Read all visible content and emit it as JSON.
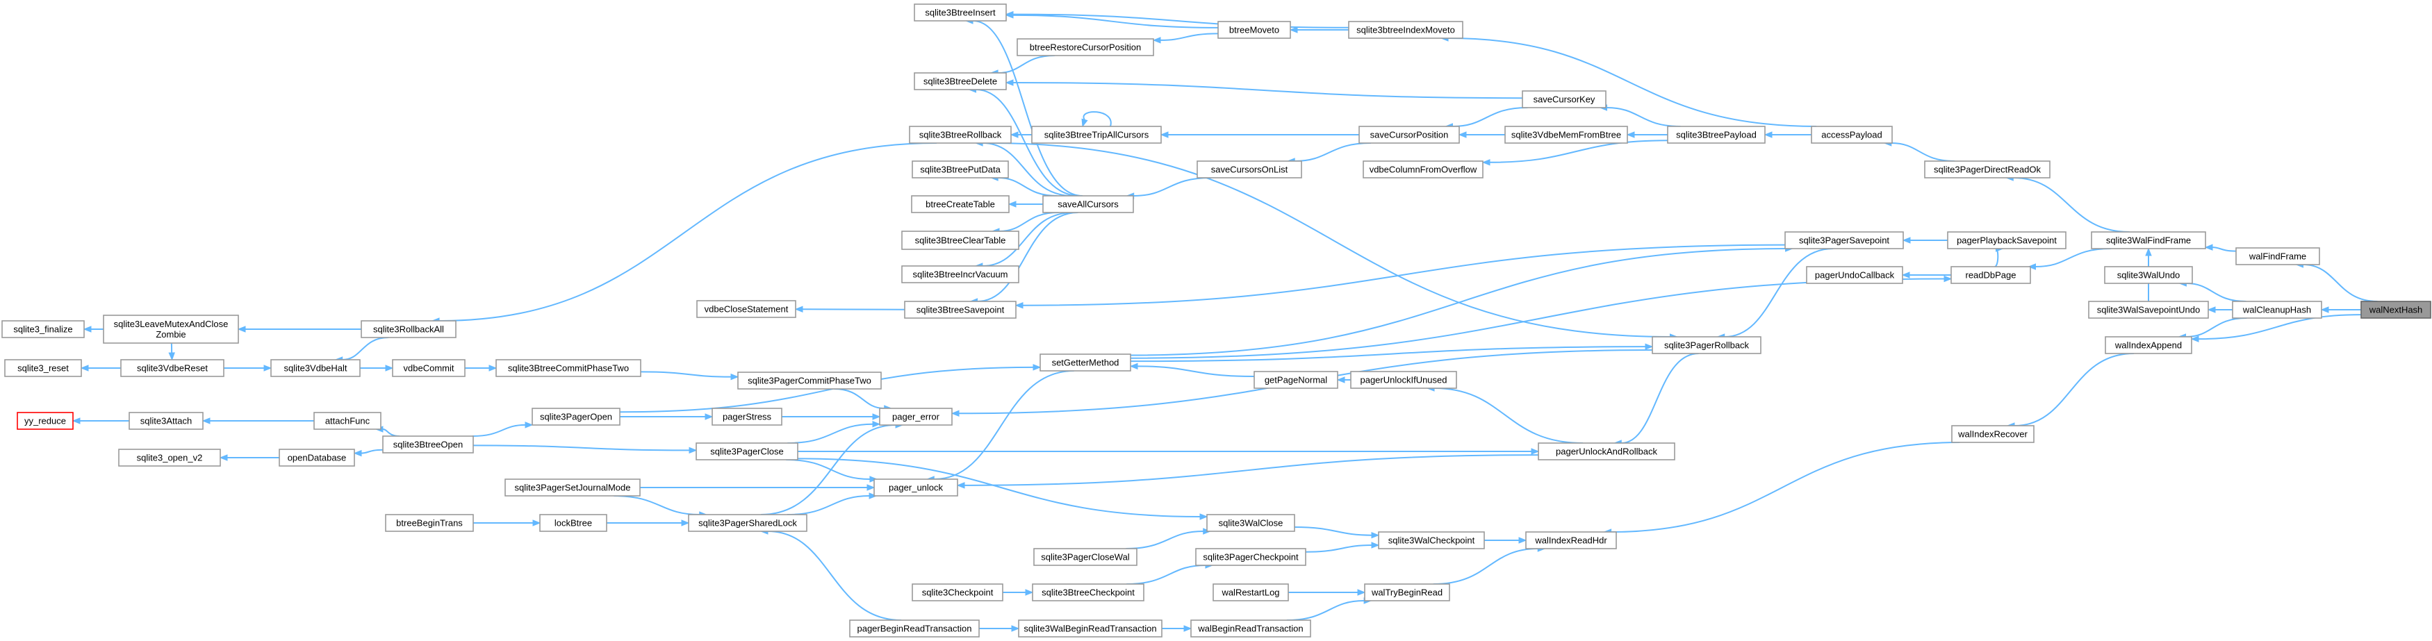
{
  "title": "",
  "nodes": [
    {
      "id": "n_insert",
      "label": "sqlite3BtreeInsert"
    },
    {
      "id": "n_moveto",
      "label": "btreeMoveto"
    },
    {
      "id": "n_idxmoveto",
      "label": "sqlite3btreeIndexMoveto"
    },
    {
      "id": "n_restore",
      "label": "btreeRestoreCursorPosition"
    },
    {
      "id": "n_delete",
      "label": "sqlite3BtreeDelete"
    },
    {
      "id": "n_savekey",
      "label": "saveCursorKey"
    },
    {
      "id": "n_rollback",
      "label": "sqlite3BtreeRollback"
    },
    {
      "id": "n_tripall",
      "label": "sqlite3BtreeTripAllCursors"
    },
    {
      "id": "n_savepos",
      "label": "saveCursorPosition"
    },
    {
      "id": "n_memfrom",
      "label": "sqlite3VdbeMemFromBtree"
    },
    {
      "id": "n_payload",
      "label": "sqlite3BtreePayload"
    },
    {
      "id": "n_access",
      "label": "accessPayload"
    },
    {
      "id": "n_putdata",
      "label": "sqlite3BtreePutData"
    },
    {
      "id": "n_onlist",
      "label": "saveCursorsOnList"
    },
    {
      "id": "n_overflow",
      "label": "vdbeColumnFromOverflow"
    },
    {
      "id": "n_directread",
      "label": "sqlite3PagerDirectReadOk"
    },
    {
      "id": "n_createtable",
      "label": "btreeCreateTable"
    },
    {
      "id": "n_saveall",
      "label": "saveAllCursors"
    },
    {
      "id": "n_cleartable",
      "label": "sqlite3BtreeClearTable"
    },
    {
      "id": "n_pagersp",
      "label": "sqlite3PagerSavepoint"
    },
    {
      "id": "n_playsp",
      "label": "pagerPlaybackSavepoint"
    },
    {
      "id": "n_findframe",
      "label": "sqlite3WalFindFrame"
    },
    {
      "id": "n_walfindframe",
      "label": "walFindFrame"
    },
    {
      "id": "n_incrvac",
      "label": "sqlite3BtreeIncrVacuum"
    },
    {
      "id": "n_undocb",
      "label": "pagerUndoCallback"
    },
    {
      "id": "n_readdb",
      "label": "readDbPage"
    },
    {
      "id": "n_walundo",
      "label": "sqlite3WalUndo"
    },
    {
      "id": "n_closestmt",
      "label": "vdbeCloseStatement"
    },
    {
      "id": "n_btsp",
      "label": "sqlite3BtreeSavepoint"
    },
    {
      "id": "n_walspundo",
      "label": "sqlite3WalSavepointUndo"
    },
    {
      "id": "n_cleanup",
      "label": "walCleanupHash"
    },
    {
      "id": "n_nexthash",
      "label": "walNextHash"
    },
    {
      "id": "n_finalize",
      "label": "sqlite3_finalize"
    },
    {
      "id": "n_leavemutex",
      "label": "sqlite3LeaveMutexAndClose\nZombie"
    },
    {
      "id": "n_rollall",
      "label": "sqlite3RollbackAll"
    },
    {
      "id": "n_pagerrollback",
      "label": "sqlite3PagerRollback"
    },
    {
      "id": "n_idxappend",
      "label": "walIndexAppend"
    },
    {
      "id": "n_reset",
      "label": "sqlite3_reset"
    },
    {
      "id": "n_vdbereset",
      "label": "sqlite3VdbeReset"
    },
    {
      "id": "n_halt",
      "label": "sqlite3VdbeHalt"
    },
    {
      "id": "n_commit",
      "label": "vdbeCommit"
    },
    {
      "id": "n_phasetwo",
      "label": "sqlite3BtreeCommitPhaseTwo"
    },
    {
      "id": "n_seterr",
      "label": "setGetterMethod"
    },
    {
      "id": "n_getnormal",
      "label": "getPageNormal"
    },
    {
      "id": "n_unlockunused",
      "label": "pagerUnlockIfUnused"
    },
    {
      "id": "n_pagerphasetwo",
      "label": "sqlite3PagerCommitPhaseTwo"
    },
    {
      "id": "n_pageropen",
      "label": "sqlite3PagerOpen"
    },
    {
      "id": "n_pagererror",
      "label": "pager_error"
    },
    {
      "id": "n_yyreduce",
      "label": "yy_reduce"
    },
    {
      "id": "n_attach",
      "label": "sqlite3Attach"
    },
    {
      "id": "n_attachfunc",
      "label": "attachFunc"
    },
    {
      "id": "n_pagerstress",
      "label": "pagerStress"
    },
    {
      "id": "n_idxrecover",
      "label": "walIndexRecover"
    },
    {
      "id": "n_btopen",
      "label": "sqlite3BtreeOpen"
    },
    {
      "id": "n_pagerclose",
      "label": "sqlite3PagerClose"
    },
    {
      "id": "n_unlockrollback",
      "label": "pagerUnlockAndRollback"
    },
    {
      "id": "n_openv2",
      "label": "sqlite3_open_v2"
    },
    {
      "id": "n_opendb",
      "label": "openDatabase"
    },
    {
      "id": "n_setjournal",
      "label": "sqlite3PagerSetJournalMode"
    },
    {
      "id": "n_pagerunlock",
      "label": "pager_unlock"
    },
    {
      "id": "n_walclose",
      "label": "sqlite3WalClose"
    },
    {
      "id": "n_begintrans",
      "label": "btreeBeginTrans"
    },
    {
      "id": "n_lockbtree",
      "label": "lockBtree"
    },
    {
      "id": "n_sharedlock",
      "label": "sqlite3PagerSharedLock"
    },
    {
      "id": "n_walcheckpoint",
      "label": "sqlite3WalCheckpoint"
    },
    {
      "id": "n_readhdr",
      "label": "walIndexReadHdr"
    },
    {
      "id": "n_closewal",
      "label": "sqlite3PagerCloseWal"
    },
    {
      "id": "n_pagercheckpoint",
      "label": "sqlite3PagerCheckpoint"
    },
    {
      "id": "n_checkpoint",
      "label": "sqlite3Checkpoint"
    },
    {
      "id": "n_btcheckpoint",
      "label": "sqlite3BtreeCheckpoint"
    },
    {
      "id": "n_restartlog",
      "label": "walRestartLog"
    },
    {
      "id": "n_trybegin",
      "label": "walTryBeginRead"
    },
    {
      "id": "n_pagerbeginread",
      "label": "pagerBeginReadTransaction"
    },
    {
      "id": "n_walbeginread",
      "label": "sqlite3WalBeginReadTransaction"
    },
    {
      "id": "n_wbeginread",
      "label": "walBeginReadTransaction"
    }
  ],
  "edges": [
    [
      "n_insert",
      "n_moveto"
    ],
    [
      "n_insert",
      "n_idxmoveto"
    ],
    [
      "n_insert",
      "n_saveall"
    ],
    [
      "n_moveto",
      "n_idxmoveto"
    ],
    [
      "n_restore",
      "n_moveto"
    ],
    [
      "n_delete",
      "n_restore"
    ],
    [
      "n_delete",
      "n_savekey"
    ],
    [
      "n_delete",
      "n_saveall"
    ],
    [
      "n_rollback",
      "n_tripall"
    ],
    [
      "n_rollback",
      "n_saveall"
    ],
    [
      "n_tripall",
      "n_tripall"
    ],
    [
      "n_tripall",
      "n_savepos"
    ],
    [
      "n_savepos",
      "n_savekey"
    ],
    [
      "n_savepos",
      "n_payload"
    ],
    [
      "n_memfrom",
      "n_payload"
    ],
    [
      "n_savekey",
      "n_payload"
    ],
    [
      "n_payload",
      "n_access"
    ],
    [
      "n_idxmoveto",
      "n_access"
    ],
    [
      "n_access",
      "n_directread"
    ],
    [
      "n_overflow",
      "n_payload"
    ],
    [
      "n_onlist",
      "n_savepos"
    ],
    [
      "n_saveall",
      "n_onlist"
    ],
    [
      "n_putdata",
      "n_saveall"
    ],
    [
      "n_createtable",
      "n_saveall"
    ],
    [
      "n_cleartable",
      "n_saveall"
    ],
    [
      "n_incrvac",
      "n_saveall"
    ],
    [
      "n_btsp",
      "n_saveall"
    ],
    [
      "n_directread",
      "n_findframe"
    ],
    [
      "n_pagersp",
      "n_playsp"
    ],
    [
      "n_playsp",
      "n_readdb"
    ],
    [
      "n_undocb",
      "n_readdb"
    ],
    [
      "n_readdb",
      "n_findframe"
    ],
    [
      "n_findframe",
      "n_walfindframe"
    ],
    [
      "n_walfindframe",
      "n_nexthash"
    ],
    [
      "n_walundo",
      "n_cleanup"
    ],
    [
      "n_walspundo",
      "n_cleanup"
    ],
    [
      "n_findframe",
      "n_walspundo"
    ],
    [
      "n_cleanup",
      "n_nexthash"
    ],
    [
      "n_idxappend",
      "n_nexthash"
    ],
    [
      "n_idxappend",
      "n_cleanup"
    ],
    [
      "n_closestmt",
      "n_btsp"
    ],
    [
      "n_btsp",
      "n_pagersp"
    ],
    [
      "n_finalize",
      "n_leavemutex"
    ],
    [
      "n_leavemutex",
      "n_rollall"
    ],
    [
      "n_rollall",
      "n_rollback"
    ],
    [
      "n_vdbereset",
      "n_leavemutex"
    ],
    [
      "n_reset",
      "n_vdbereset"
    ],
    [
      "n_halt",
      "n_vdbereset"
    ],
    [
      "n_halt",
      "n_rollall"
    ],
    [
      "n_commit",
      "n_halt"
    ],
    [
      "n_phasetwo",
      "n_commit"
    ],
    [
      "n_pagerrollback",
      "n_rollback"
    ],
    [
      "n_pagerrollback",
      "n_pagersp"
    ],
    [
      "n_pagerrollback",
      "n_seterr"
    ],
    [
      "n_readdb",
      "n_seterr"
    ],
    [
      "n_pagersp",
      "n_seterr"
    ],
    [
      "n_idxrecover",
      "n_idxappend"
    ],
    [
      "n_seterr",
      "n_pageropen"
    ],
    [
      "n_seterr",
      "n_getnormal"
    ],
    [
      "n_getnormal",
      "n_unlockunused"
    ],
    [
      "n_unlockunused",
      "n_unlockrollback"
    ],
    [
      "n_unlockrollback",
      "n_pagerrollback"
    ],
    [
      "n_pagerphasetwo",
      "n_phasetwo"
    ],
    [
      "n_pagererror",
      "n_pagerphasetwo"
    ],
    [
      "n_pagererror",
      "n_pagerstress"
    ],
    [
      "n_pagererror",
      "n_pagerrollback"
    ],
    [
      "n_pagererror",
      "n_pagerclose"
    ],
    [
      "n_pagererror",
      "n_sharedlock"
    ],
    [
      "n_pagerstress",
      "n_pageropen"
    ],
    [
      "n_pageropen",
      "n_btopen"
    ],
    [
      "n_yyreduce",
      "n_attach"
    ],
    [
      "n_attach",
      "n_attachfunc"
    ],
    [
      "n_attachfunc",
      "n_btopen"
    ],
    [
      "n_opendb",
      "n_btopen"
    ],
    [
      "n_openv2",
      "n_opendb"
    ],
    [
      "n_pagerclose",
      "n_btopen"
    ],
    [
      "n_unlockrollback",
      "n_pagerclose"
    ],
    [
      "n_pagerunlock",
      "n_unlockrollback"
    ],
    [
      "n_pagerunlock",
      "n_seterr"
    ],
    [
      "n_pagerunlock",
      "n_setjournal"
    ],
    [
      "n_pagerunlock",
      "n_sharedlock"
    ],
    [
      "n_pagerunlock",
      "n_pagerclose"
    ],
    [
      "n_walclose",
      "n_pagerclose"
    ],
    [
      "n_walclose",
      "n_closewal"
    ],
    [
      "n_walcheckpoint",
      "n_walclose"
    ],
    [
      "n_walcheckpoint",
      "n_pagercheckpoint"
    ],
    [
      "n_readhdr",
      "n_walcheckpoint"
    ],
    [
      "n_readhdr",
      "n_idxrecover"
    ],
    [
      "n_readhdr",
      "n_trybegin"
    ],
    [
      "n_lockbtree",
      "n_begintrans"
    ],
    [
      "n_sharedlock",
      "n_lockbtree"
    ],
    [
      "n_sharedlock",
      "n_setjournal"
    ],
    [
      "n_sharedlock",
      "n_pagerbeginread"
    ],
    [
      "n_pagercheckpoint",
      "n_btcheckpoint"
    ],
    [
      "n_btcheckpoint",
      "n_checkpoint"
    ],
    [
      "n_trybegin",
      "n_restartlog"
    ],
    [
      "n_trybegin",
      "n_wbeginread"
    ],
    [
      "n_wbeginread",
      "n_walbeginread"
    ],
    [
      "n_walbeginread",
      "n_pagerbeginread"
    ]
  ],
  "colors": {
    "edge": "#63b8ff",
    "border": "#999999",
    "highlight_fill": "#999999",
    "red_border": "#ff0000"
  }
}
